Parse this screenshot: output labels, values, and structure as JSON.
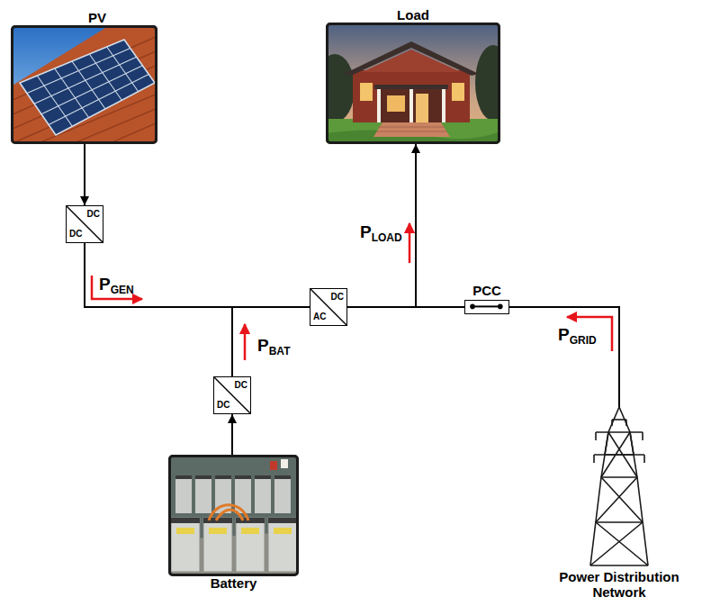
{
  "diagram": {
    "nodes": [
      {
        "text": [
          "PV"
        ]
      },
      {
        "text": [
          "Load"
        ]
      },
      {
        "text": [
          "DC",
          "DC"
        ]
      },
      {
        "text": [
          "DC",
          "AC"
        ]
      },
      {
        "text": [
          "PCC"
        ]
      },
      {
        "text": [
          "DC",
          "DC"
        ]
      },
      {
        "text": [
          "Battery"
        ]
      },
      {
        "text": [
          "Power Distribution Network"
        ]
      }
    ],
    "edges": [
      {
        "from": 0,
        "to": 2,
        "arrow": "to"
      },
      {
        "from": 6,
        "to": 5,
        "arrow": "to"
      },
      {
        "from": 2,
        "to": 3,
        "arrow": "none"
      },
      {
        "from": 5,
        "to": 3,
        "arrow": "none"
      },
      {
        "from": 3,
        "to": 1,
        "arrow": "to"
      },
      {
        "from": 3,
        "to": 4,
        "arrow": "none"
      },
      {
        "from": 4,
        "to": 7,
        "arrow": "none"
      }
    ],
    "labels": [
      "PLOAD",
      "PGEN",
      "PGRID",
      "PBAT"
    ]
  }
}
